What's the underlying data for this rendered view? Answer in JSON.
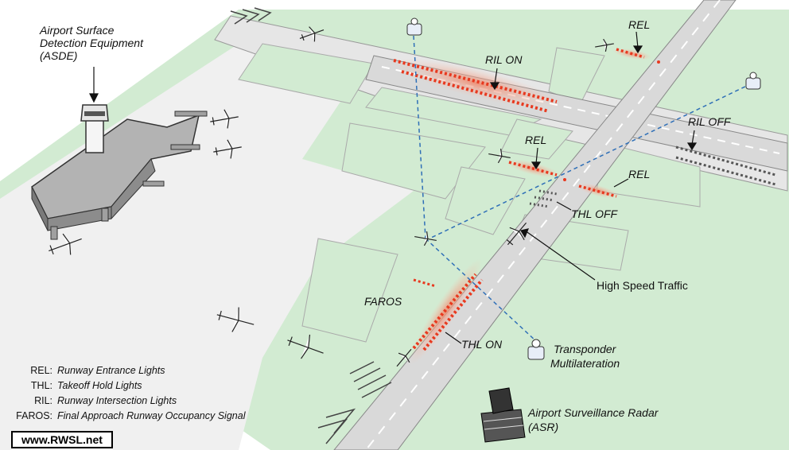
{
  "labels": {
    "asde_line1": "Airport Surface",
    "asde_line2": "Detection Equipment",
    "asde_line3": "(ASDE)",
    "ril_on": "RIL ON",
    "ril_off": "RIL  OFF",
    "rel_top": "REL",
    "rel_mid": "REL",
    "rel_right": "REL",
    "thl_off": "THL OFF",
    "thl_on": "THL ON",
    "faros": "FAROS",
    "high_speed": "High Speed Traffic",
    "transponder_line1": "Transponder",
    "transponder_line2": "Multilateration",
    "asr_line1": "Airport Surveillance Radar",
    "asr_line2": "(ASR)"
  },
  "legend": [
    {
      "abbr": "REL:",
      "text": "Runway Entrance Lights"
    },
    {
      "abbr": "THL:",
      "text": "Takeoff Hold Lights"
    },
    {
      "abbr": "RIL:",
      "text": "Runway Intersection Lights"
    },
    {
      "abbr": "FAROS:",
      "text": "Final Approach Runway Occupancy Signal"
    }
  ],
  "footer": {
    "url": "www.RWSL.net"
  },
  "colors": {
    "grass": "#d2ebd2",
    "pavement": "#f0f0f0",
    "runway": "#d9d9d9",
    "terminal": "#b3b3b3",
    "light_on": "#e8391f",
    "glow": "#f3a58c",
    "sensor_link": "#2f6fb7"
  }
}
